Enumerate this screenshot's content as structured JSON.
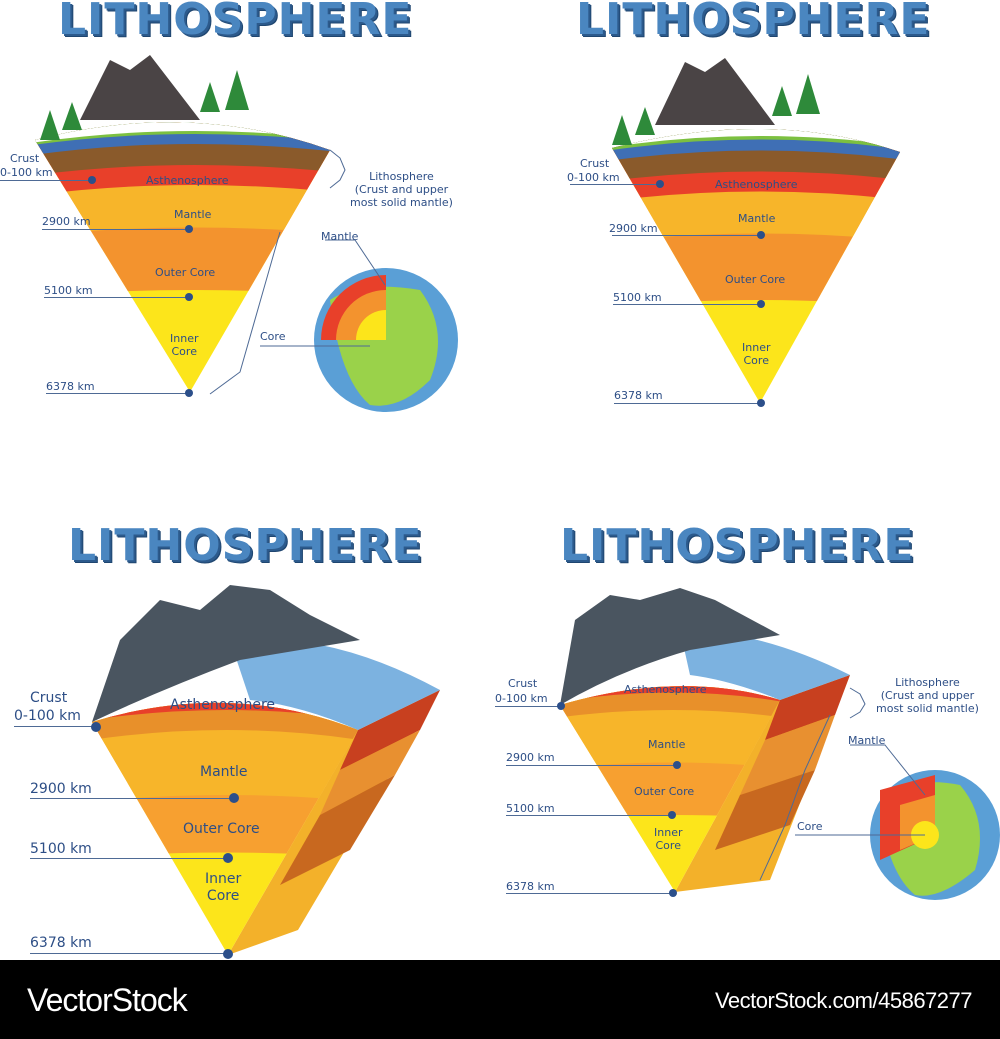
{
  "panels": [
    {
      "title": "LITHOSPHERE",
      "layers": [
        "Asthenosphere",
        "Mantle",
        "Outer Core",
        "Inner",
        "Core"
      ],
      "depths": [
        "Crust",
        "0-100 km",
        "2900 km",
        "5100 km",
        "6378 km"
      ],
      "callouts": {
        "lithosphere": "Lithosphere",
        "lithosphere_note_1": "(Crust and upper",
        "lithosphere_note_2": "most solid mantle)",
        "mantle": "Mantle",
        "core": "Core"
      }
    },
    {
      "title": "LITHOSPHERE",
      "layers": [
        "Asthenosphere",
        "Mantle",
        "Outer Core",
        "Inner",
        "Core"
      ],
      "depths": [
        "Crust",
        "0-100 km",
        "2900 km",
        "5100 km",
        "6378 km"
      ]
    },
    {
      "title": "LITHOSPHERE",
      "layers": [
        "Asthenosphere",
        "Mantle",
        "Outer Core",
        "Inner",
        "Core"
      ],
      "depths": [
        "Crust",
        "0-100 km",
        "2900 km",
        "5100 km",
        "6378 km"
      ]
    },
    {
      "title": "LITHOSPHERE",
      "layers": [
        "Asthenosphere",
        "Mantle",
        "Outer Core",
        "Inner",
        "Core"
      ],
      "depths": [
        "Crust",
        "0-100 km",
        "2900 km",
        "5100 km",
        "6378 km"
      ],
      "callouts": {
        "lithosphere": "Lithosphere",
        "lithosphere_note_1": "(Crust and upper",
        "lithosphere_note_2": "most solid mantle)",
        "mantle": "Mantle",
        "core": "Core"
      }
    }
  ],
  "colors": {
    "title": "#4a86c0",
    "label": "#2d4e86",
    "crust_brown": "#8a5a2b",
    "asthenosphere": "#e8402a",
    "mantle": "#f7b52a",
    "outer_core": "#f3932e",
    "inner_core": "#fce51b",
    "ocean": "#3f6fb5",
    "grass": "#7cc040"
  },
  "footer": {
    "brand": "VectorStock",
    "url": "VectorStock.com/45867277"
  }
}
